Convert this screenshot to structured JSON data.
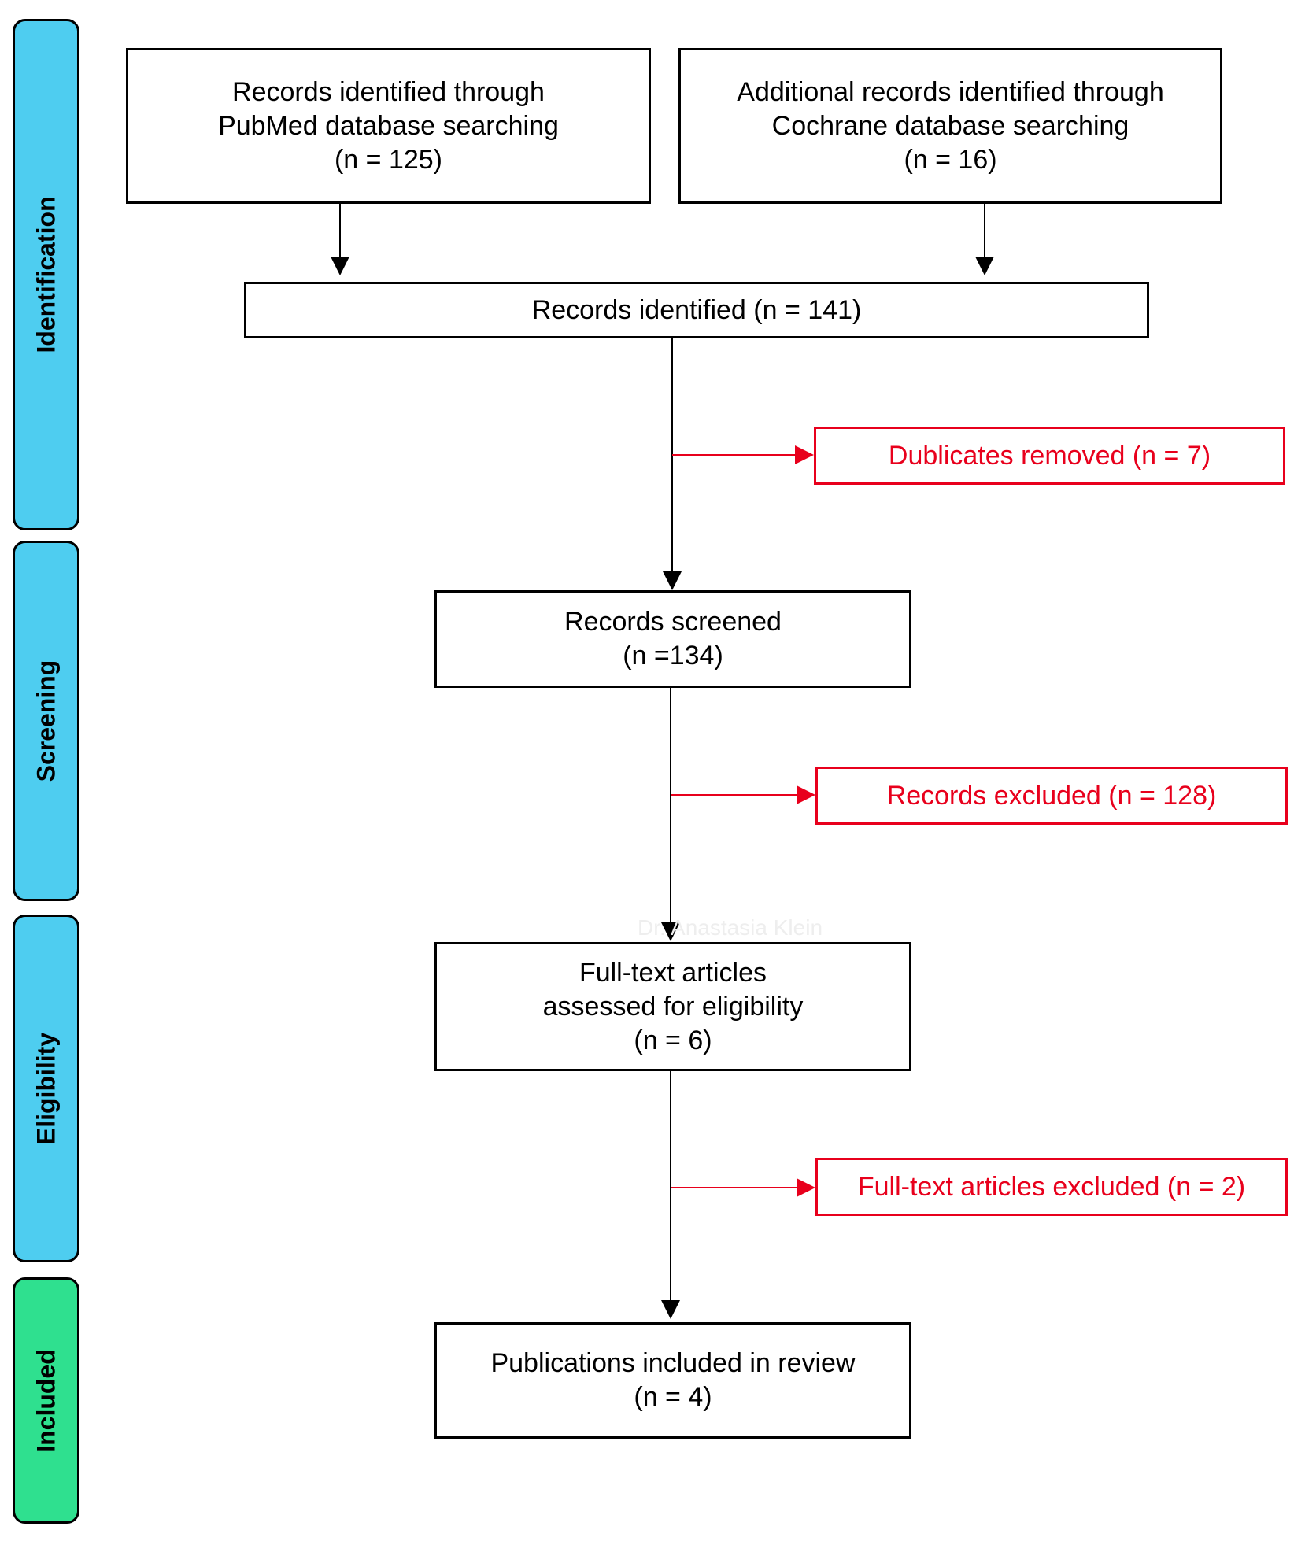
{
  "phases": {
    "identification": {
      "label": "Identification",
      "color": "#4ecdf0"
    },
    "screening": {
      "label": "Screening",
      "color": "#4ecdf0"
    },
    "eligibility": {
      "label": "Eligibility",
      "color": "#4ecdf0"
    },
    "included": {
      "label": "Included",
      "color": "#2fe08f"
    }
  },
  "boxes": {
    "pubmed": {
      "line1": "Records identified through",
      "line2": "PubMed database searching",
      "line3": "(n = 125)"
    },
    "cochrane": {
      "line1": "Additional records identified through",
      "line2": "Cochrane database searching",
      "line3": "(n = 16)"
    },
    "identified": {
      "line1": "Records identified (n = 141)"
    },
    "duplicates": {
      "line1": "Dublicates removed (n = 7)"
    },
    "screened": {
      "line1": "Records screened",
      "line2": "(n =134)"
    },
    "records_excluded": {
      "line1": "Records excluded (n = 128)"
    },
    "fulltext": {
      "line1": "Full-text articles",
      "line2": "assessed for eligibility",
      "line3": "(n = 6)"
    },
    "fulltext_excluded": {
      "line1": "Full-text articles excluded (n = 2)"
    },
    "included": {
      "line1": "Publications included in review",
      "line2": "(n = 4)"
    }
  },
  "watermark": "Dr. Anastasia Klein",
  "colors": {
    "main_border": "#000000",
    "exclusion": "#e8001c"
  }
}
